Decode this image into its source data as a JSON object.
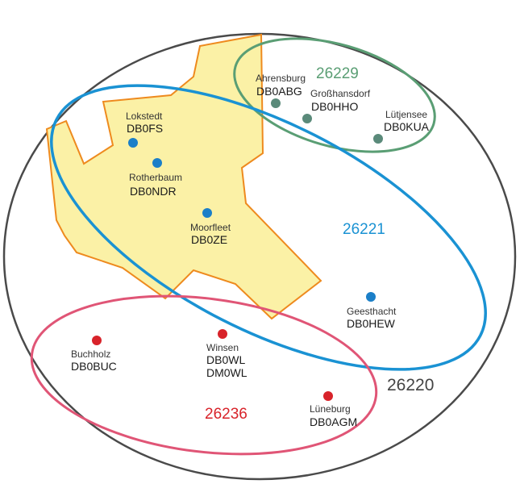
{
  "colors": {
    "outer_ring": "#4a4a4a",
    "hamburg_fill": "#fbf1a6",
    "hamburg_stroke": "#ee8a1e",
    "group_26229": "#5a9e74",
    "group_26221": "#1a92d3",
    "group_26236": "#e05576",
    "group_26220_label": "#444444",
    "dot_green": "#5a8a7a",
    "dot_blue": "#1b7fc8",
    "dot_red": "#d8232a"
  },
  "groups": {
    "g26220": "26220",
    "g26229": "26229",
    "g26221": "26221",
    "g26236": "26236"
  },
  "stations": {
    "ahrensburg": {
      "place": "Ahrensburg",
      "call": "DB0ABG"
    },
    "grosshansdorf": {
      "place": "Großhansdorf",
      "call": "DB0HHO"
    },
    "luetjensee": {
      "place": "Lütjensee",
      "call": "DB0KUA"
    },
    "lokstedt": {
      "place": "Lokstedt",
      "call": "DB0FS"
    },
    "rotherbaum": {
      "place": "Rotherbaum",
      "call": "DB0NDR"
    },
    "moorfleet": {
      "place": "Moorfleet",
      "call": "DB0ZE"
    },
    "geesthacht": {
      "place": "Geesthacht",
      "call": "DB0HEW"
    },
    "buchholz": {
      "place": "Buchholz",
      "call": "DB0BUC"
    },
    "winsen": {
      "place": "Winsen",
      "call": "DB0WL",
      "call2": "DM0WL"
    },
    "lueneburg": {
      "place": "Lüneburg",
      "call": "DB0AGM"
    }
  }
}
